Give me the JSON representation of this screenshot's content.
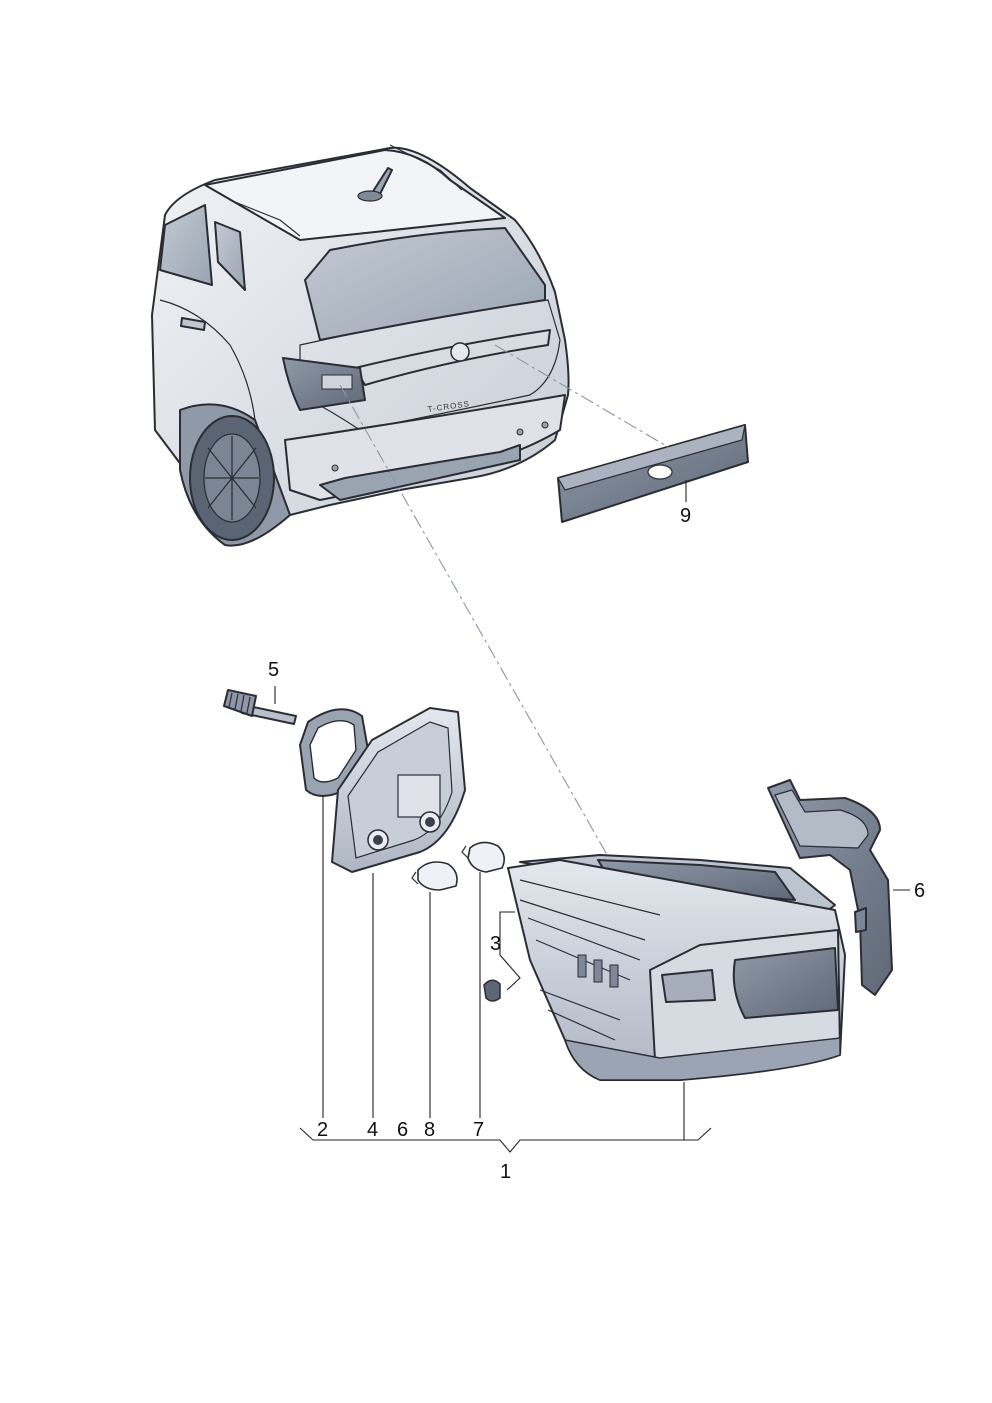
{
  "diagram": {
    "callouts": {
      "c1": "1",
      "c2": "2",
      "c3": "3",
      "c4": "4",
      "c5": "5",
      "c6_top": "6",
      "c6_bottom": "6",
      "c7": "7",
      "c8": "8",
      "c9": "9"
    },
    "badge_text": "T-CROSS",
    "colors": {
      "body_light": "#eef1f5",
      "body_mid": "#c9d0da",
      "body_dark": "#8e99a8",
      "glass": "#aeb7c4",
      "line": "#2a2d33"
    }
  }
}
